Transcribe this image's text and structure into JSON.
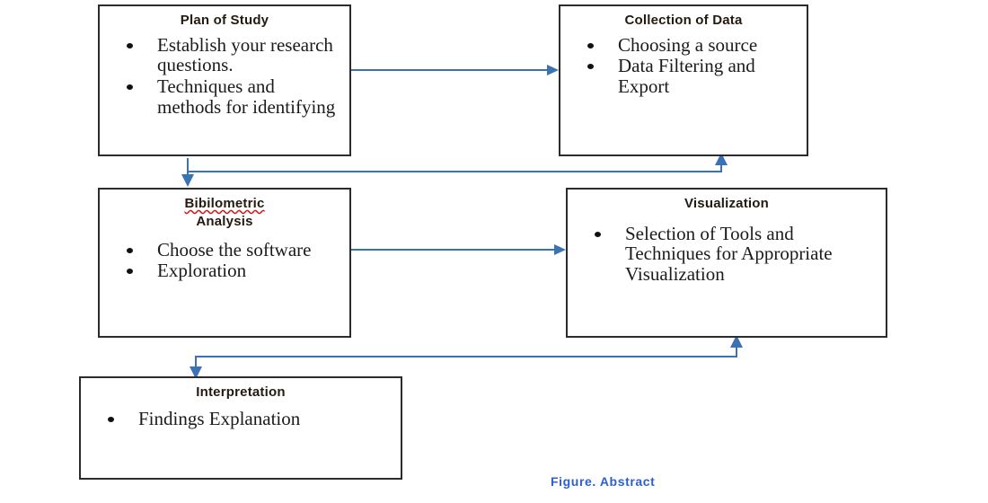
{
  "figure": {
    "caption": "Figure. Abstract",
    "caption_color": "#2c5fd0",
    "connector_color": "#3b72b3",
    "box_border_color": "#2b2b2b",
    "title_color": "#231a10",
    "body_color": "#1b1b1b",
    "background": "#ffffff"
  },
  "nodes": {
    "plan_of_study": {
      "title": "Plan of Study",
      "bullets": [
        "Establish your research questions.",
        "Techniques and methods for identifying"
      ]
    },
    "collection_of_data": {
      "title": "Collection of Data",
      "bullets": [
        "Choosing a source",
        "Data Filtering and Export"
      ]
    },
    "bibilometric_analysis": {
      "title": "Bibilometric Analysis",
      "title_line_1": "Bibilometric",
      "title_line_2": "Analysis",
      "spellcheck_flagged": true,
      "bullets": [
        "Choose the software",
        "Exploration"
      ]
    },
    "visualization": {
      "title": "Visualization",
      "bullets": [
        "Selection of Tools and Techniques for Appropriate Visualization"
      ]
    },
    "interpretation": {
      "title": "Interpretation",
      "bullets": [
        "Findings Explanation"
      ]
    }
  },
  "flow": {
    "edges": [
      {
        "from": "plan_of_study",
        "to": "collection_of_data",
        "style": "straight-right"
      },
      {
        "from": "collection_of_data",
        "to": "bibilometric_analysis",
        "style": "elbow-down-left-down"
      },
      {
        "from": "bibilometric_analysis",
        "to": "visualization",
        "style": "straight-right"
      },
      {
        "from": "visualization",
        "to": "interpretation",
        "style": "elbow-down-left-down"
      }
    ]
  }
}
